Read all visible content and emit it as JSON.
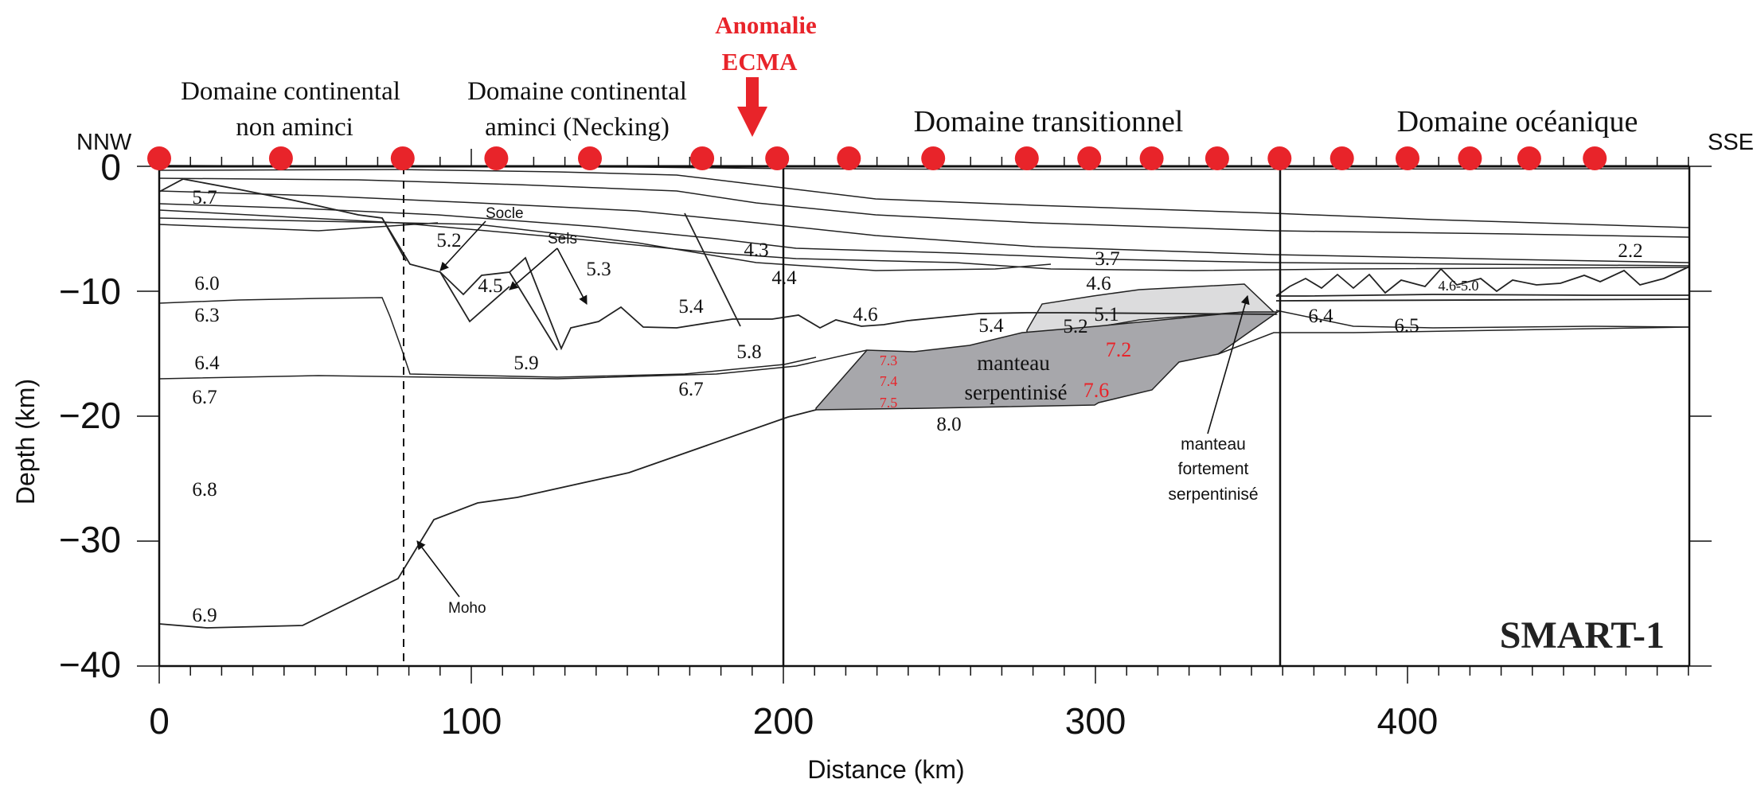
{
  "figure": {
    "label": "SMART-1",
    "x_axis": {
      "label": "Distance (km)",
      "min": 0,
      "max": 490,
      "tick_labels": [
        "0",
        "100",
        "200",
        "300",
        "400"
      ]
    },
    "y_axis": {
      "label": "Depth (km)",
      "min": -40,
      "max": 0,
      "tick_labels": [
        "0",
        "−10",
        "−20",
        "−30",
        "−40"
      ]
    },
    "directions": {
      "left": "NNW",
      "right": "SSE"
    },
    "anomaly": {
      "line1": "Anomalie",
      "line2": "ECMA",
      "color": "#e8242a"
    },
    "domains": [
      {
        "line1": "Domaine continental",
        "line2": "non aminci"
      },
      {
        "line1": "Domaine continental",
        "line2": "aminci (Necking)"
      },
      {
        "line1": "Domaine transitionnel"
      },
      {
        "line1": "Domaine océanique"
      }
    ],
    "stations_km": [
      0,
      39,
      78,
      108,
      138,
      174,
      198,
      221,
      248,
      278,
      298,
      318,
      339,
      359,
      379,
      400,
      420,
      439,
      460
    ],
    "station_color": "#e8242a",
    "boundaries_km": {
      "dashed": 78,
      "solid": [
        200,
        359
      ]
    },
    "velocities": [
      "5.7",
      "6.0",
      "6.3",
      "6.4",
      "6.7",
      "6.8",
      "6.9",
      "5.2",
      "4.5",
      "5.3",
      "5.9",
      "5.4",
      "4.3",
      "4.4",
      "5.8",
      "6.7",
      "4.6",
      "5.4",
      "5.2",
      "5.1",
      "4.6",
      "3.7",
      "6.4",
      "6.5",
      "2.2",
      "4.6-5.0",
      "8.0"
    ],
    "red_velocities": [
      "7.3",
      "7.4",
      "7.5",
      "7.2",
      "7.6"
    ],
    "annotations": {
      "socle": "Socle",
      "sels": "Sels",
      "moho": "Moho",
      "serp_line1": "manteau",
      "serp_line2": "serpentinisé",
      "strong_line1": "manteau",
      "strong_line2": "fortement",
      "strong_line3": "serpentinisé"
    },
    "colors": {
      "serpentinized": "#a7a7ab",
      "strongly_serpentinized": "#dcdcdd"
    }
  }
}
